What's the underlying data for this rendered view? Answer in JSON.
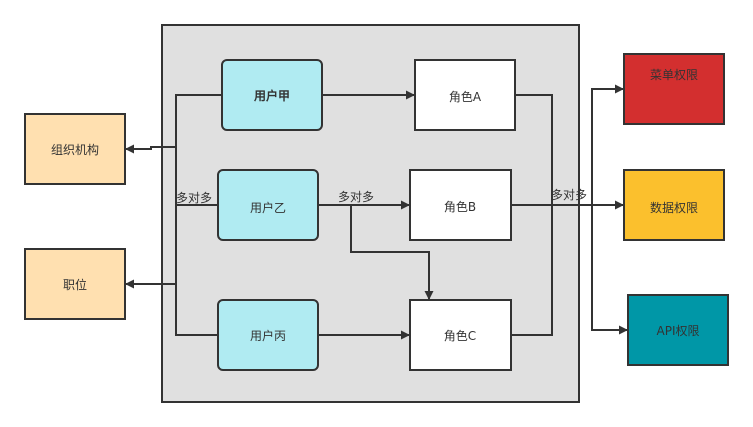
{
  "diagram": {
    "container": {
      "name": "user-role-group",
      "fill": "#e0e0e0"
    },
    "nodes": {
      "org": {
        "label": "组织机构",
        "fill": "#ffe0b0"
      },
      "position": {
        "label": "职位",
        "fill": "#ffe0b0"
      },
      "user_a": {
        "label": "用户甲",
        "fill": "#b0ebf2",
        "bold": true
      },
      "user_b": {
        "label": "用户乙",
        "fill": "#b0ebf2"
      },
      "user_c": {
        "label": "用户丙",
        "fill": "#b0ebf2"
      },
      "role_a": {
        "label": "角色A",
        "fill": "#ffffff"
      },
      "role_b": {
        "label": "角色B",
        "fill": "#ffffff"
      },
      "role_c": {
        "label": "角色C",
        "fill": "#ffffff"
      },
      "menu_perm": {
        "label": "菜单权限",
        "fill": "#d32f2f"
      },
      "data_perm": {
        "label": "数据权限",
        "fill": "#fbc02d"
      },
      "api_perm": {
        "label": "API权限",
        "fill": "#0097a7"
      }
    },
    "edge_labels": {
      "users_to_org": "多对多",
      "users_to_roles": "多对多",
      "roles_to_perms": "多对多"
    },
    "colors": {
      "stroke": "#333333"
    }
  }
}
